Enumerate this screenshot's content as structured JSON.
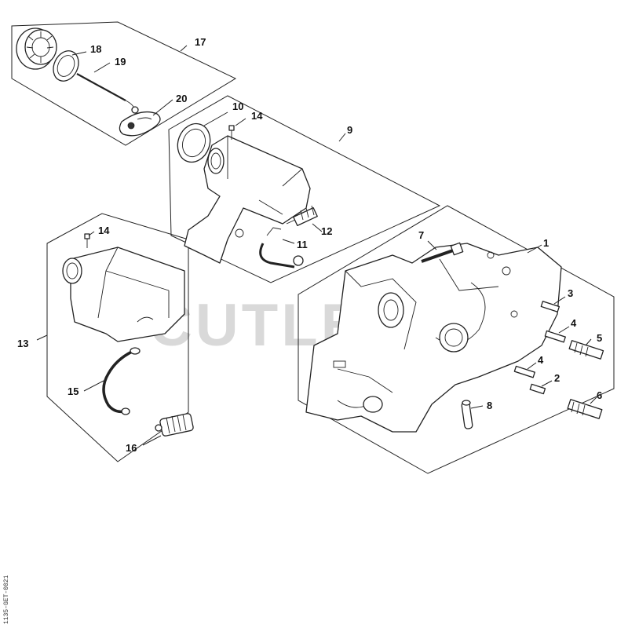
{
  "watermark": "CUTLERS",
  "drawing_code": "1135-GET-0021",
  "callouts": {
    "c1": "1",
    "c2": "2",
    "c3": "3",
    "c4a": "4",
    "c4b": "4",
    "c5": "5",
    "c6": "6",
    "c7": "7",
    "c8": "8",
    "c9": "9",
    "c10": "10",
    "c11": "11",
    "c12": "12",
    "c13": "13",
    "c14a": "14",
    "c14b": "14",
    "c15": "15",
    "c16": "16",
    "c17": "17",
    "c18": "18",
    "c19": "19",
    "c20": "20"
  }
}
